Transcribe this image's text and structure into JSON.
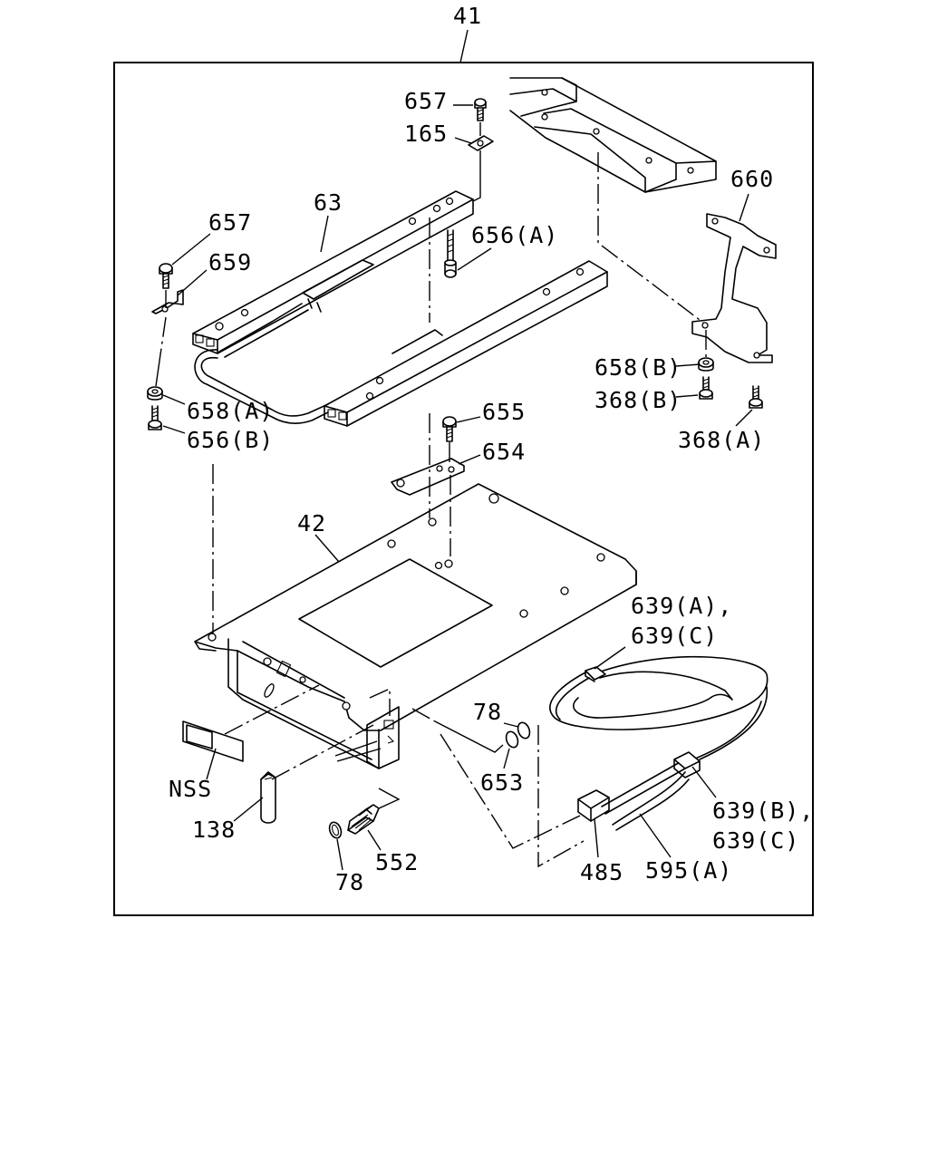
{
  "diagram": {
    "assembly_number": "41",
    "labels": {
      "p657_top": "657",
      "p165": "165",
      "p660": "660",
      "p63": "63",
      "p656a": "656(A)",
      "p657_left": "657",
      "p659": "659",
      "p658b": "658(B)",
      "p368b": "368(B)",
      "p368a": "368(A)",
      "p658a": "658(A)",
      "p656b": "656(B)",
      "p655": "655",
      "p654": "654",
      "p42": "42",
      "p639a_line1": "639(A),",
      "p639a_line2": "639(C)",
      "p78_right": "78",
      "p653": "653",
      "pNSS": "NSS",
      "p138": "138",
      "p552": "552",
      "p78_bottom": "78",
      "p639b_line1": "639(B),",
      "p639b_line2": "639(C)",
      "p485": "485",
      "p595a": "595(A)"
    }
  }
}
